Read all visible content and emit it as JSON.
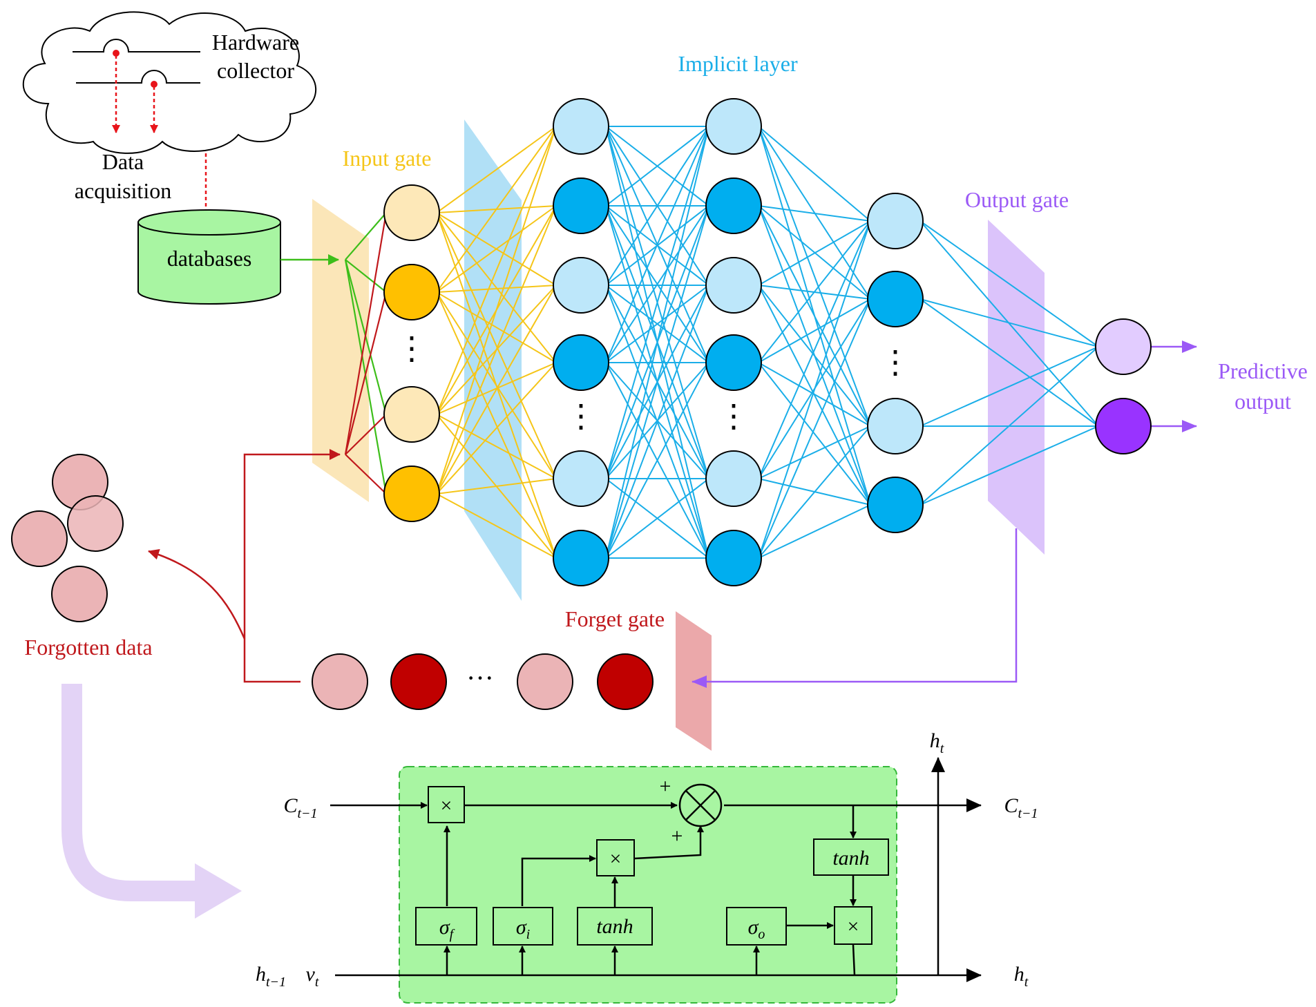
{
  "labels": {
    "hardware_line1": "Hardware",
    "hardware_line2": "collector",
    "data_acq_line1": "Data",
    "data_acq_line2": "acquisition",
    "databases": "databases",
    "input_gate": "Input gate",
    "implicit_layer": "Implicit layer",
    "output_gate": "Output gate",
    "predictive_line1": "Predictive",
    "predictive_line2": "output",
    "forget_gate": "Forget gate",
    "forgotten_data": "Forgotten data",
    "ellipsis_vertical": "⋮",
    "ellipsis_horizontal": "···"
  },
  "lstm": {
    "c_in": "C",
    "c_in_sub": "t−1",
    "c_out": "C",
    "c_out_sub": "t−1",
    "h_in": "h",
    "h_in_sub": "t−1",
    "v_in": "v",
    "v_in_sub": "t",
    "h_top": "h",
    "h_top_sub": "t",
    "h_out": "h",
    "h_out_sub": "t",
    "times": "×",
    "plus": "+",
    "tanh": "tanh",
    "sigma": "σ",
    "sub_f": "f",
    "sub_i": "i",
    "sub_o": "o"
  },
  "colors": {
    "input_gate": "#F5C518",
    "implicit": "#1AAEE8",
    "output_gate": "#9B59F6",
    "forget_gate": "#C0181C",
    "green_link": "#3DBE1A",
    "light_blue_node": "#BDE7FA",
    "dark_blue_node": "#00AEEF",
    "light_yellow_node": "#FDE8B8",
    "dark_yellow_node": "#FFC000",
    "light_purple_node": "#E2CCFF",
    "dark_purple_node": "#9933FF",
    "light_red_node": "#EBB4B6",
    "dark_red_node": "#C00000",
    "lstm_box": "#A8F5A2"
  }
}
